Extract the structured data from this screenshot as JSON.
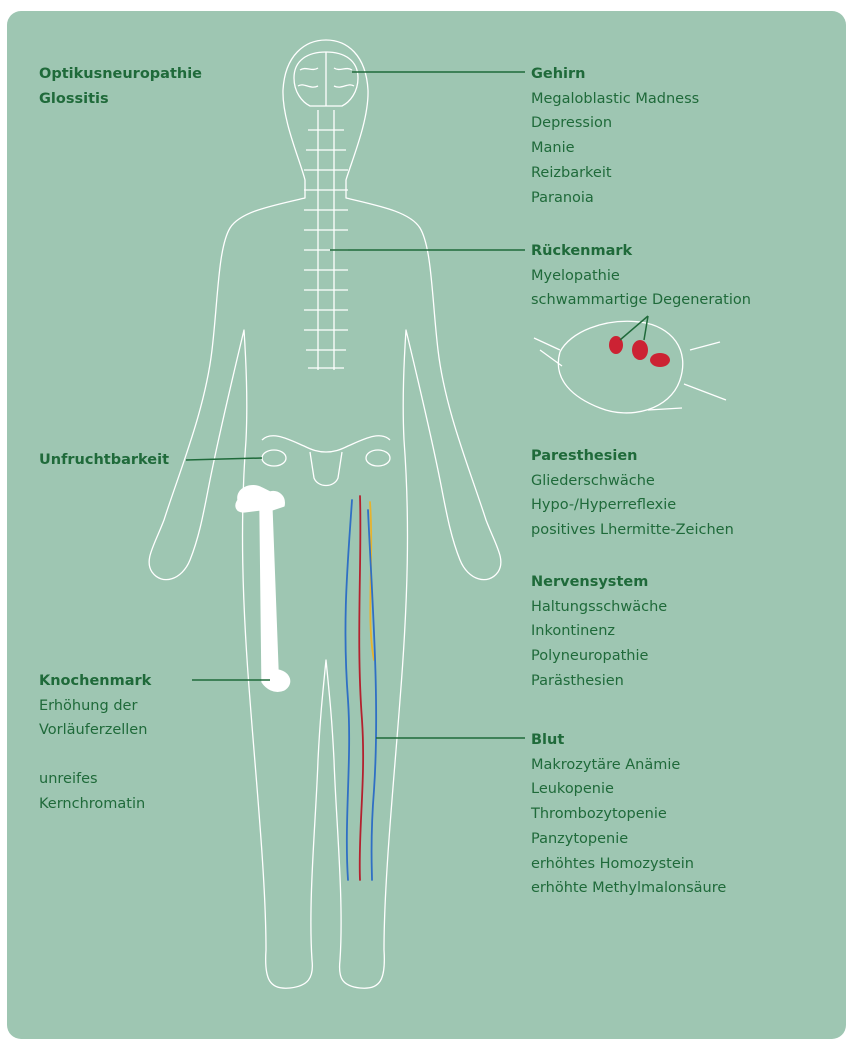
{
  "colors": {
    "panel": "#9ec6b2",
    "text": "#1f6a3a",
    "outline": "#ffffff",
    "artery": "#b3212e",
    "vein": "#2f6fc4",
    "nerve": "#e6b32e",
    "lesion": "#cc2233"
  },
  "labels": {
    "optikus": {
      "heading": "Optikusneuropathie",
      "items": [
        "Glossitis"
      ]
    },
    "unfrucht": {
      "heading": "Unfruchtbarkeit",
      "items": []
    },
    "knochen": {
      "heading": "Knochenmark",
      "items": [
        "Erhöhung der",
        "Vorläuferzellen"
      ],
      "items2": [
        "unreifes",
        "Kernchromatin"
      ]
    },
    "gehirn": {
      "heading": "Gehirn",
      "items": [
        "Megaloblastic Madness",
        "Depression",
        "Manie",
        "Reizbarkeit",
        "Paranoia"
      ]
    },
    "ruecken": {
      "heading": "Rückenmark",
      "items": [
        "Myelopathie",
        "schwammartige Degeneration"
      ]
    },
    "paresth": {
      "heading": "Paresthesien",
      "items": [
        "Gliederschwäche",
        "Hypo-/Hyperreflexie",
        "positives Lhermitte-Zeichen"
      ]
    },
    "nerven": {
      "heading": "Nervensystem",
      "items": [
        "Haltungsschwäche",
        "Inkontinenz",
        "Polyneuropathie",
        "Parästhesien"
      ]
    },
    "blut": {
      "heading": "Blut",
      "items": [
        "Makrozytäre Anämie",
        "Leukopenie",
        "Thrombozytopenie",
        "Panzytopenie",
        "erhöhtes Homozystein",
        "erhöhte Methylmalonsäure"
      ]
    }
  }
}
